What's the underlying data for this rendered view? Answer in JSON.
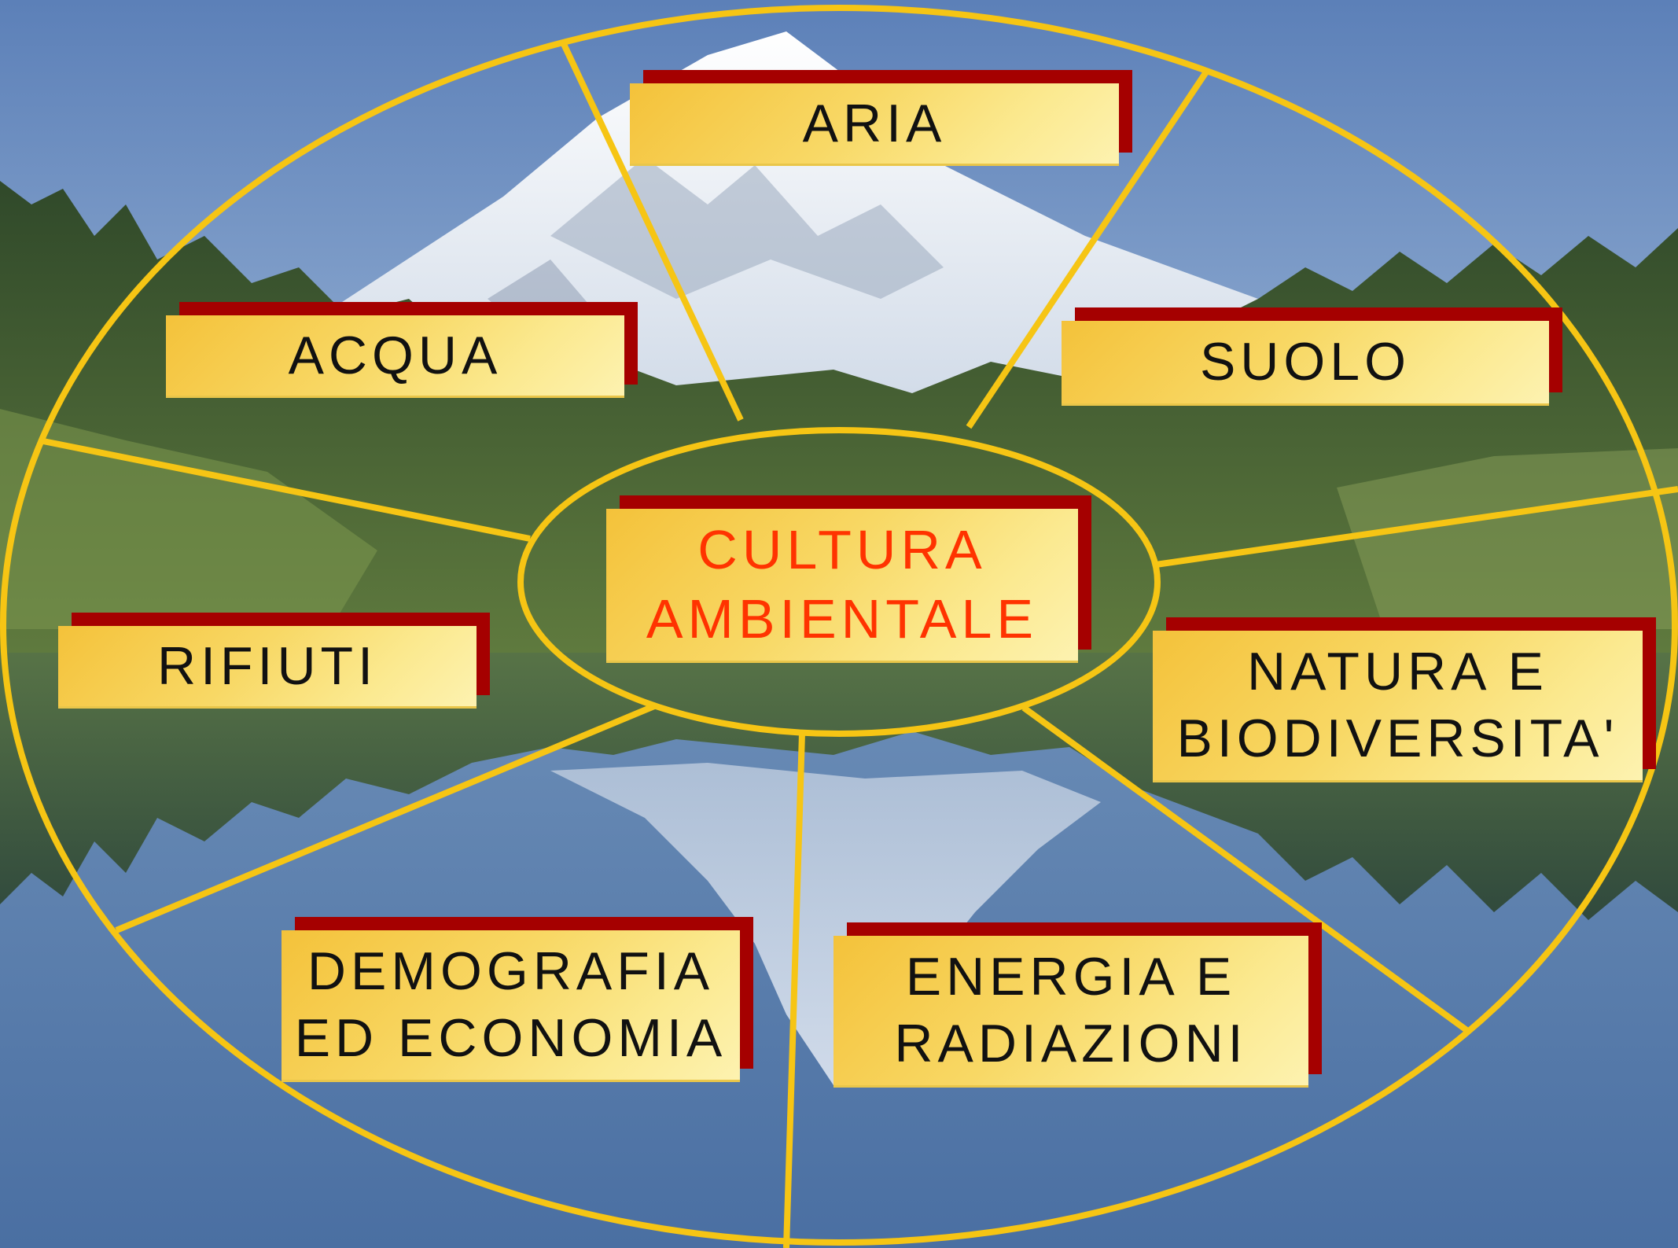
{
  "diagram": {
    "center": {
      "line1": "CULTURA",
      "line2": "AMBIENTALE"
    },
    "topics": {
      "aria": "ARIA",
      "acqua": "ACQUA",
      "suolo": "SUOLO",
      "rifiuti": "RIFIUTI",
      "natura": {
        "line1": "NATURA E",
        "line2": "BIODIVERSITA'"
      },
      "demografia": {
        "line1": "DEMOGRAFIA",
        "line2": "ED ECONOMIA"
      },
      "energia": {
        "line1": "ENERGIA E",
        "line2": "RADIAZIONI"
      }
    }
  },
  "colors": {
    "ring": "#f6c514",
    "box_shadow": "#a50000",
    "center_text": "#ff3300",
    "label_text": "#111111"
  },
  "background": "mountain-lake-photo"
}
